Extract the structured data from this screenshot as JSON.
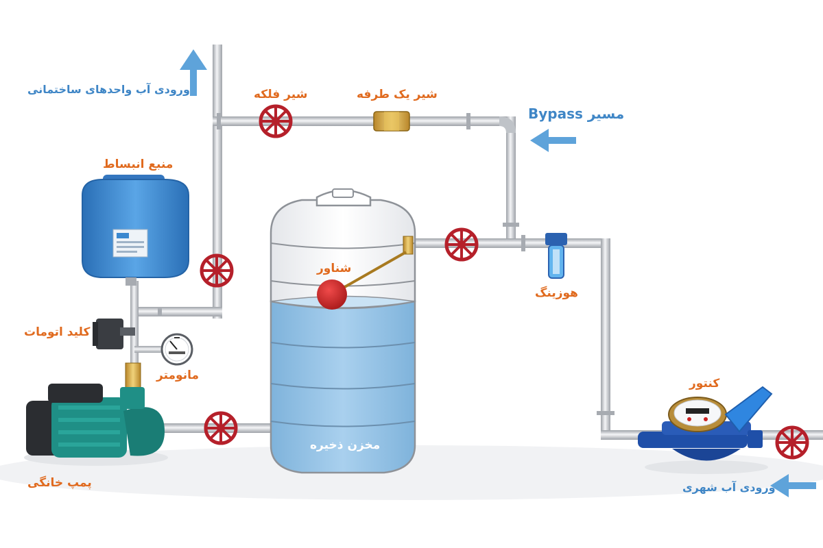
{
  "labels": {
    "building_inlet": "ورودی آب واحدهای ساختمانی",
    "gate_valve": "شیر فلکه",
    "check_valve": "شیر یک طرفه",
    "bypass": "مسیر Bypass",
    "expansion_tank": "منبع انبساط",
    "float": "شناور",
    "housing_filter": "هوزینگ",
    "pressure_switch": "کلید اتومات",
    "manometer": "مانومتر",
    "storage_tank": "مخزن ذخیره",
    "water_meter": "کنتور",
    "home_pump": "پمپ خانگی",
    "city_inlet": "ورودی آب شهری"
  },
  "colors": {
    "label_orange": "#e06a1e",
    "label_blue": "#3f86c6",
    "arrow_blue": "#5ea3da",
    "valve_red": "#b5202a",
    "pipe_gray": "#c9ccd1",
    "tank_water": "#8fbfe3",
    "expansion_tank_blue": "#3b88cf",
    "pump_teal": "#1f8f86",
    "meter_blue": "#1f4fa8"
  }
}
